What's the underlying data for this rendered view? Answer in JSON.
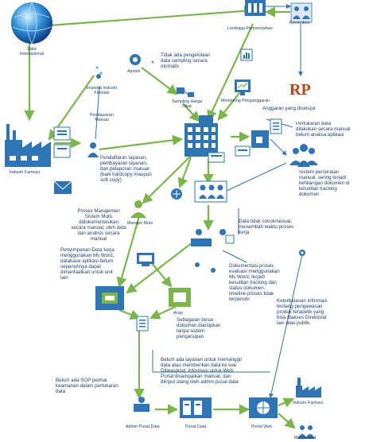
{
  "nodes": {
    "data_internasional": "Data\nInternasional",
    "lembaga_pemerintahan": "Lembaga Pemerintahan",
    "kemenkes": "Kemenkes",
    "apotek": "Apotek",
    "sampling_harga_obat": "Sampling Harga\nObat",
    "monitoring_penganggaran": "Monitoring Penganggaran",
    "anggaran": "Anggaran yang disetujui",
    "inspeksi_industri": "Inspeksi Industri\nFarmasi",
    "pembayaran_manual": "Pembayaran\nManual",
    "industri_farmasi_left": "Industri Farmasi",
    "manajer_mutu": "Manajer Mutu",
    "arsip": "Arsip",
    "admin_pusat_data": "Admin Pusat Data",
    "pusat_data": "Pusat Data",
    "portal_web": "Portal Web",
    "industri_farmasi_right": "Industri Farmasi",
    "masyarakat": "Masyarakat"
  },
  "notes": {
    "tidak_ada_pengelolaan": "Tidak ada pengelolaan\ndata sampling secara\notomatis",
    "pendaftaran": "Pendaftaran layanan,\npembayaran layanan,\ndan pelaporan manual\n(baik hardcopy maupun\nsoft copy)",
    "pertukaran_data": "Pertukaran data\ndilakukan secara manual\nbelum anaiisa aplikasi",
    "sistem_persuratan": "Sistem persuratan\nmanual, sering terjadi\nkehilangan dokumen di\nkesulitan tracking\ndokumen",
    "proses_manajemen": "Proses Manajemen\nSistem Mutu\ndidokumentasikan\nsecara manual, oleh data\ndan analisis secara\nmanual",
    "data_tidak_cocok": "Data tidak cocok/sesuai,\nmenambah waktu proses\nkerja",
    "penyimpanan_data": "Penyimpanan Data kerja\nmenggunakan Ms Word,\ndatabase aplikasi belum\nsepenuhnya dapat\ndimanfaatkan untuk unit\nlain",
    "dokumentasi_proses": "Dokumentasi proses\nevaluasi menggunakan\nMs Word, terjadi\nkesulitan tracking dan\nstatus dokumen,\ntimeline proses tidak\nterpenuhi",
    "sebagaian_besar": "Sebagaian besar\ndokumen diarsipkan\ntanpa sistem\npengarsipan",
    "keterbatasan": "Keterbatasan informasi\ntentang pengawasan\nproduk terapetik yang\nbisa diakses Direktorat\nlain atau publik.",
    "belum_ada_layanan": "Belum ada layanan untuk memanggil\ndata atau memberikan data ke luar\nDitwasprod. Informasi untuk Web\nPortal disampaikan manual, dan\ndiinput ulang oleh admin pusat data",
    "belum_ada_sop": "Belum ada SOP perihal\nkeamanan dalam pertukaran\ndata"
  },
  "logo_text": "RP",
  "colors": {
    "arrow_green": "#7ab648",
    "arrow_blue": "#2e75b6",
    "icon_blue": "#2e75b6",
    "label_blue": "#1f3f6e",
    "anggaran_red": "#c1440e"
  }
}
